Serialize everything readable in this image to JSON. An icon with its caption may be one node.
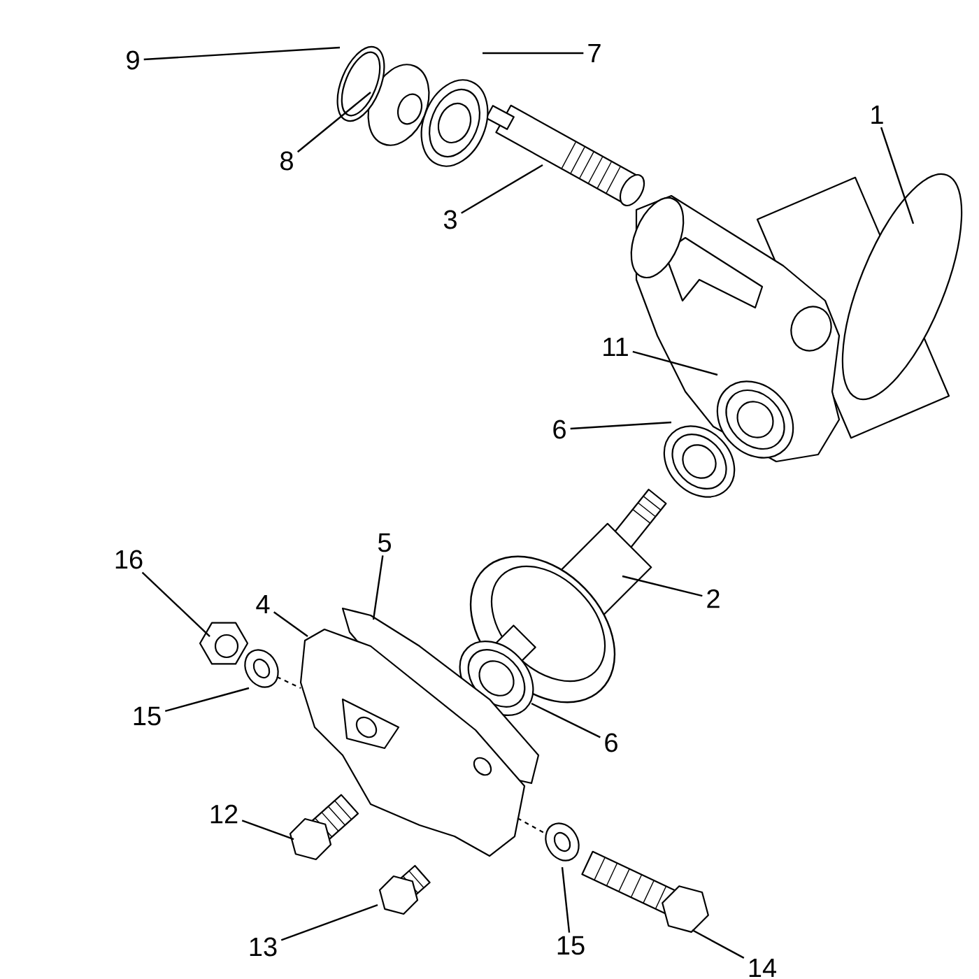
{
  "diagram": {
    "nodes": [
      {
        "text": [
          "9"
        ]
      },
      {
        "text": [
          "7"
        ]
      },
      {
        "text": [
          "1"
        ]
      },
      {
        "text": [
          "8"
        ]
      },
      {
        "text": [
          "3"
        ]
      },
      {
        "text": [
          "11"
        ]
      },
      {
        "text": [
          "6"
        ]
      },
      {
        "text": [
          "5"
        ]
      },
      {
        "text": [
          "16"
        ]
      },
      {
        "text": [
          "4"
        ]
      },
      {
        "text": [
          "2"
        ]
      },
      {
        "text": [
          "15"
        ]
      },
      {
        "text": [
          "6"
        ]
      },
      {
        "text": [
          "12"
        ]
      },
      {
        "text": [
          "15"
        ]
      },
      {
        "text": [
          "13"
        ]
      },
      {
        "text": [
          "14"
        ]
      }
    ],
    "edges": [
      {
        "from": 0,
        "to": null,
        "arrow": "none"
      },
      {
        "from": 1,
        "to": null,
        "arrow": "none"
      },
      {
        "from": 2,
        "to": null,
        "arrow": "none"
      },
      {
        "from": 3,
        "to": null,
        "arrow": "none"
      },
      {
        "from": 4,
        "to": null,
        "arrow": "none"
      },
      {
        "from": 5,
        "to": null,
        "arrow": "none"
      },
      {
        "from": 6,
        "to": null,
        "arrow": "none"
      },
      {
        "from": 7,
        "to": null,
        "arrow": "none"
      },
      {
        "from": 8,
        "to": null,
        "arrow": "none"
      },
      {
        "from": 9,
        "to": null,
        "arrow": "none"
      },
      {
        "from": 10,
        "to": null,
        "arrow": "none"
      },
      {
        "from": 11,
        "to": null,
        "arrow": "none"
      },
      {
        "from": 12,
        "to": null,
        "arrow": "none"
      },
      {
        "from": 13,
        "to": null,
        "arrow": "none"
      },
      {
        "from": 14,
        "to": null,
        "arrow": "none"
      },
      {
        "from": 15,
        "to": null,
        "arrow": "none"
      },
      {
        "from": 16,
        "to": null,
        "arrow": "none"
      }
    ]
  }
}
